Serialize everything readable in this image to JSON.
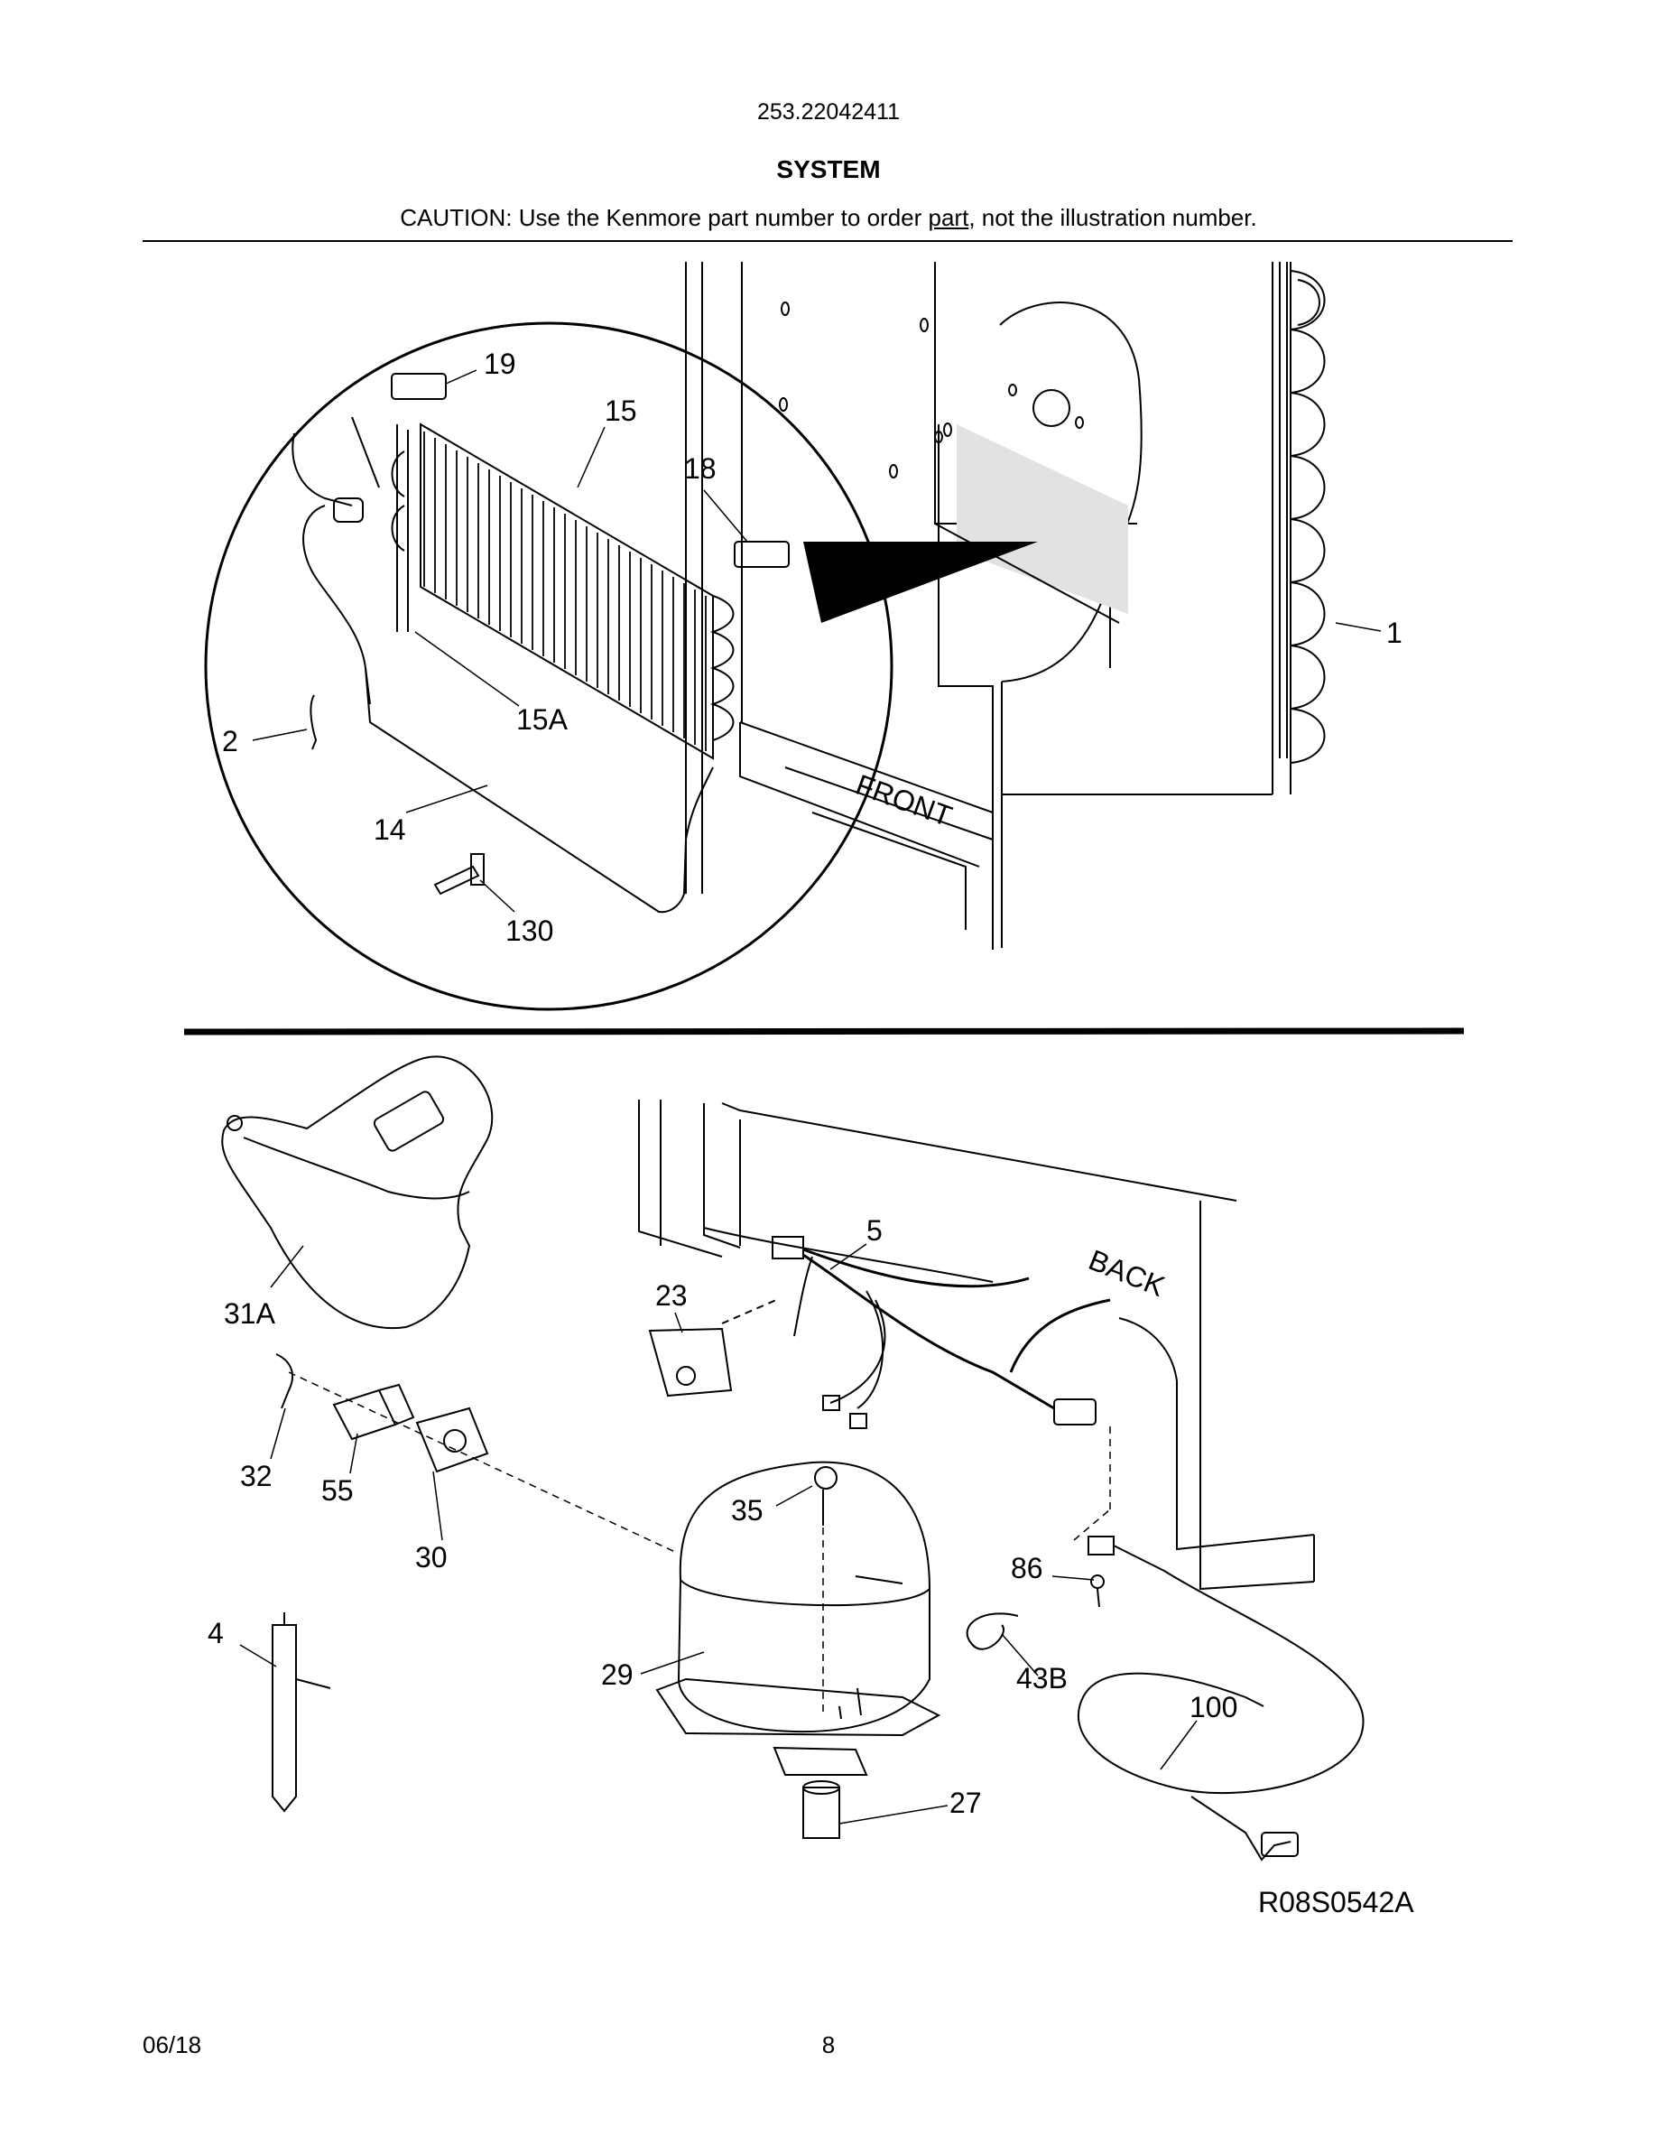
{
  "header": {
    "model_number": "253.22042411",
    "title": "SYSTEM",
    "caution_prefix": "CAUTION: Use the Kenmore part number to order ",
    "caution_underlined": "part",
    "caution_suffix": ", not the illustration number."
  },
  "upper_diagram": {
    "cabinet_label": "FRONT",
    "callouts": [
      "19",
      "15",
      "18",
      "1",
      "15A",
      "2",
      "14",
      "130"
    ]
  },
  "lower_diagram": {
    "cabinet_label": "BACK",
    "callouts": [
      "31A",
      "5",
      "23",
      "32",
      "55",
      "30",
      "35",
      "86",
      "43B",
      "4",
      "29",
      "100",
      "27"
    ],
    "drawing_id": "R08S0542A"
  },
  "footer": {
    "date": "06/18",
    "page_number": "8"
  }
}
